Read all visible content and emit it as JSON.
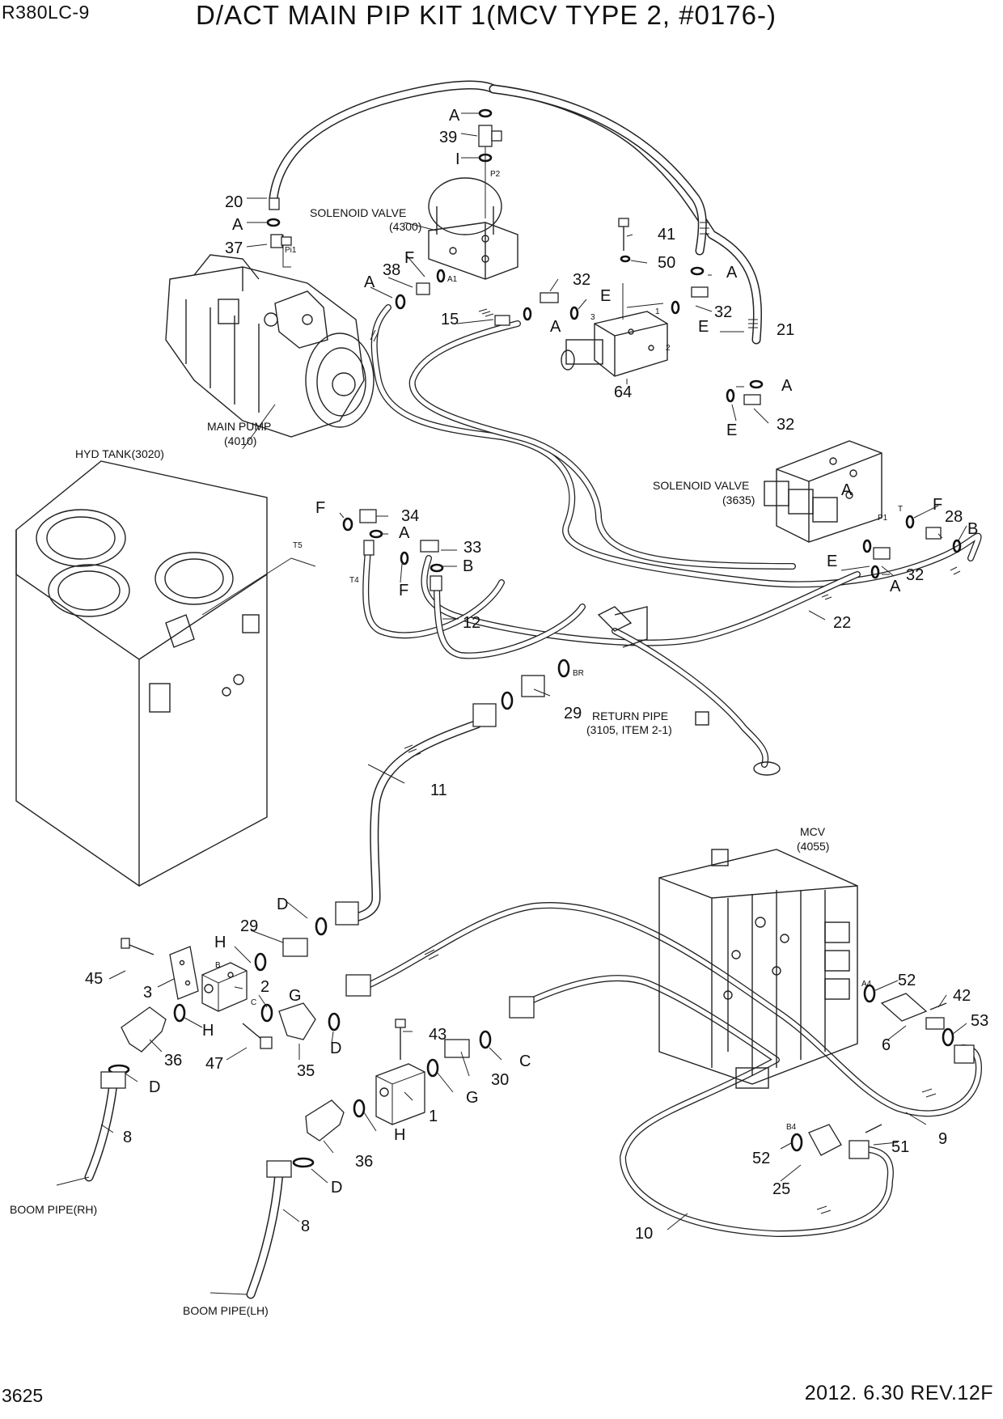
{
  "header": {
    "model": "R380LC-9",
    "title": "D/ACT MAIN PIP KIT 1(MCV TYPE 2, #0176-)"
  },
  "footer": {
    "page_number": "3625",
    "revision": "2012. 6.30  REV.12F"
  },
  "components": {
    "solenoid_valve_4300": "SOLENOID VALVE",
    "solenoid_valve_4300_ref": "(4300)",
    "main_pump": "MAIN PUMP",
    "main_pump_ref": "(4010)",
    "hyd_tank": "HYD TANK(3020)",
    "solenoid_valve_3635": "SOLENOID VALVE",
    "solenoid_valve_3635_ref": "(3635)",
    "return_pipe": "RETURN PIPE",
    "return_pipe_ref": "(3105, ITEM 2-1)",
    "mcv": "MCV",
    "mcv_ref": "(4055)",
    "boom_pipe_rh": "BOOM PIPE(RH)",
    "boom_pipe_lh": "BOOM PIPE(LH)"
  },
  "port_labels": {
    "p2": "P2",
    "pi1": "Pi1",
    "a1": "A1",
    "t5": "T5",
    "t4": "T4",
    "p1": "P1",
    "t": "T",
    "br": "BR",
    "a4": "A4",
    "b4": "B4",
    "b": "B",
    "c": "C",
    "v1": "1",
    "v2": "2",
    "v3": "3"
  },
  "callouts": {
    "c20": "20",
    "c37": "37",
    "c39": "39",
    "c38": "38",
    "c15": "15",
    "c32a": "32",
    "c32b": "32",
    "c32c": "32",
    "c32d": "32",
    "c41": "41",
    "c50": "50",
    "c21": "21",
    "c64": "64",
    "c34": "34",
    "c33": "33",
    "c12": "12",
    "c28": "28",
    "c22": "22",
    "c29a": "29",
    "c29b": "29",
    "c11": "11",
    "c45": "45",
    "c3": "3",
    "c2": "2",
    "c36a": "36",
    "c36b": "36",
    "c47": "47",
    "c35": "35",
    "c8a": "8",
    "c8b": "8",
    "c43": "43",
    "c30": "30",
    "c1": "1",
    "c52a": "52",
    "c52b": "52",
    "c42": "42",
    "c53": "53",
    "c6": "6",
    "c9": "9",
    "c51": "51",
    "c25": "25",
    "c10": "10"
  },
  "seal_letters": {
    "a1": "A",
    "a2": "A",
    "a3": "A",
    "a4": "A",
    "a5": "A",
    "a6": "A",
    "a7": "A",
    "a8": "A",
    "a9": "A",
    "i1": "I",
    "f1": "F",
    "f2": "F",
    "f3": "F",
    "f4": "F",
    "e1": "E",
    "e2": "E",
    "e3": "E",
    "e4": "E",
    "b1": "B",
    "b2": "B",
    "d1": "D",
    "d2": "D",
    "d3": "D",
    "d4": "D",
    "h1": "H",
    "h2": "H",
    "h3": "H",
    "g1": "G",
    "g2": "G",
    "c1": "C"
  }
}
